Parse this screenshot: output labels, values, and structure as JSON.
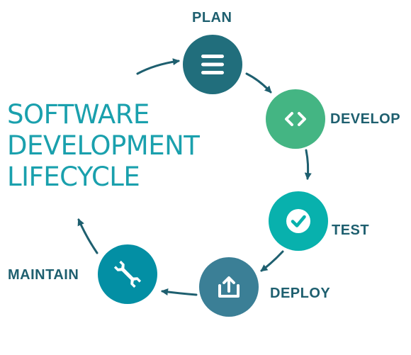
{
  "title": {
    "line1": "SOFTWARE",
    "line2": "DEVELOPMENT",
    "line3": "LIFECYCLE"
  },
  "stages": [
    {
      "label": "PLAN",
      "icon": "menu-icon",
      "color": "#216e7c"
    },
    {
      "label": "DEVELOP",
      "icon": "code-icon",
      "color": "#44b583"
    },
    {
      "label": "TEST",
      "icon": "check-icon",
      "color": "#08b1ad"
    },
    {
      "label": "DEPLOY",
      "icon": "upload-icon",
      "color": "#3b7f96"
    },
    {
      "label": "MAINTAIN",
      "icon": "wrench-icon",
      "color": "#038fa4"
    }
  ],
  "colors": {
    "label_text": "#1e5f6f",
    "title_text": "#1aa0ad",
    "arrow": "#1e5f6f"
  }
}
